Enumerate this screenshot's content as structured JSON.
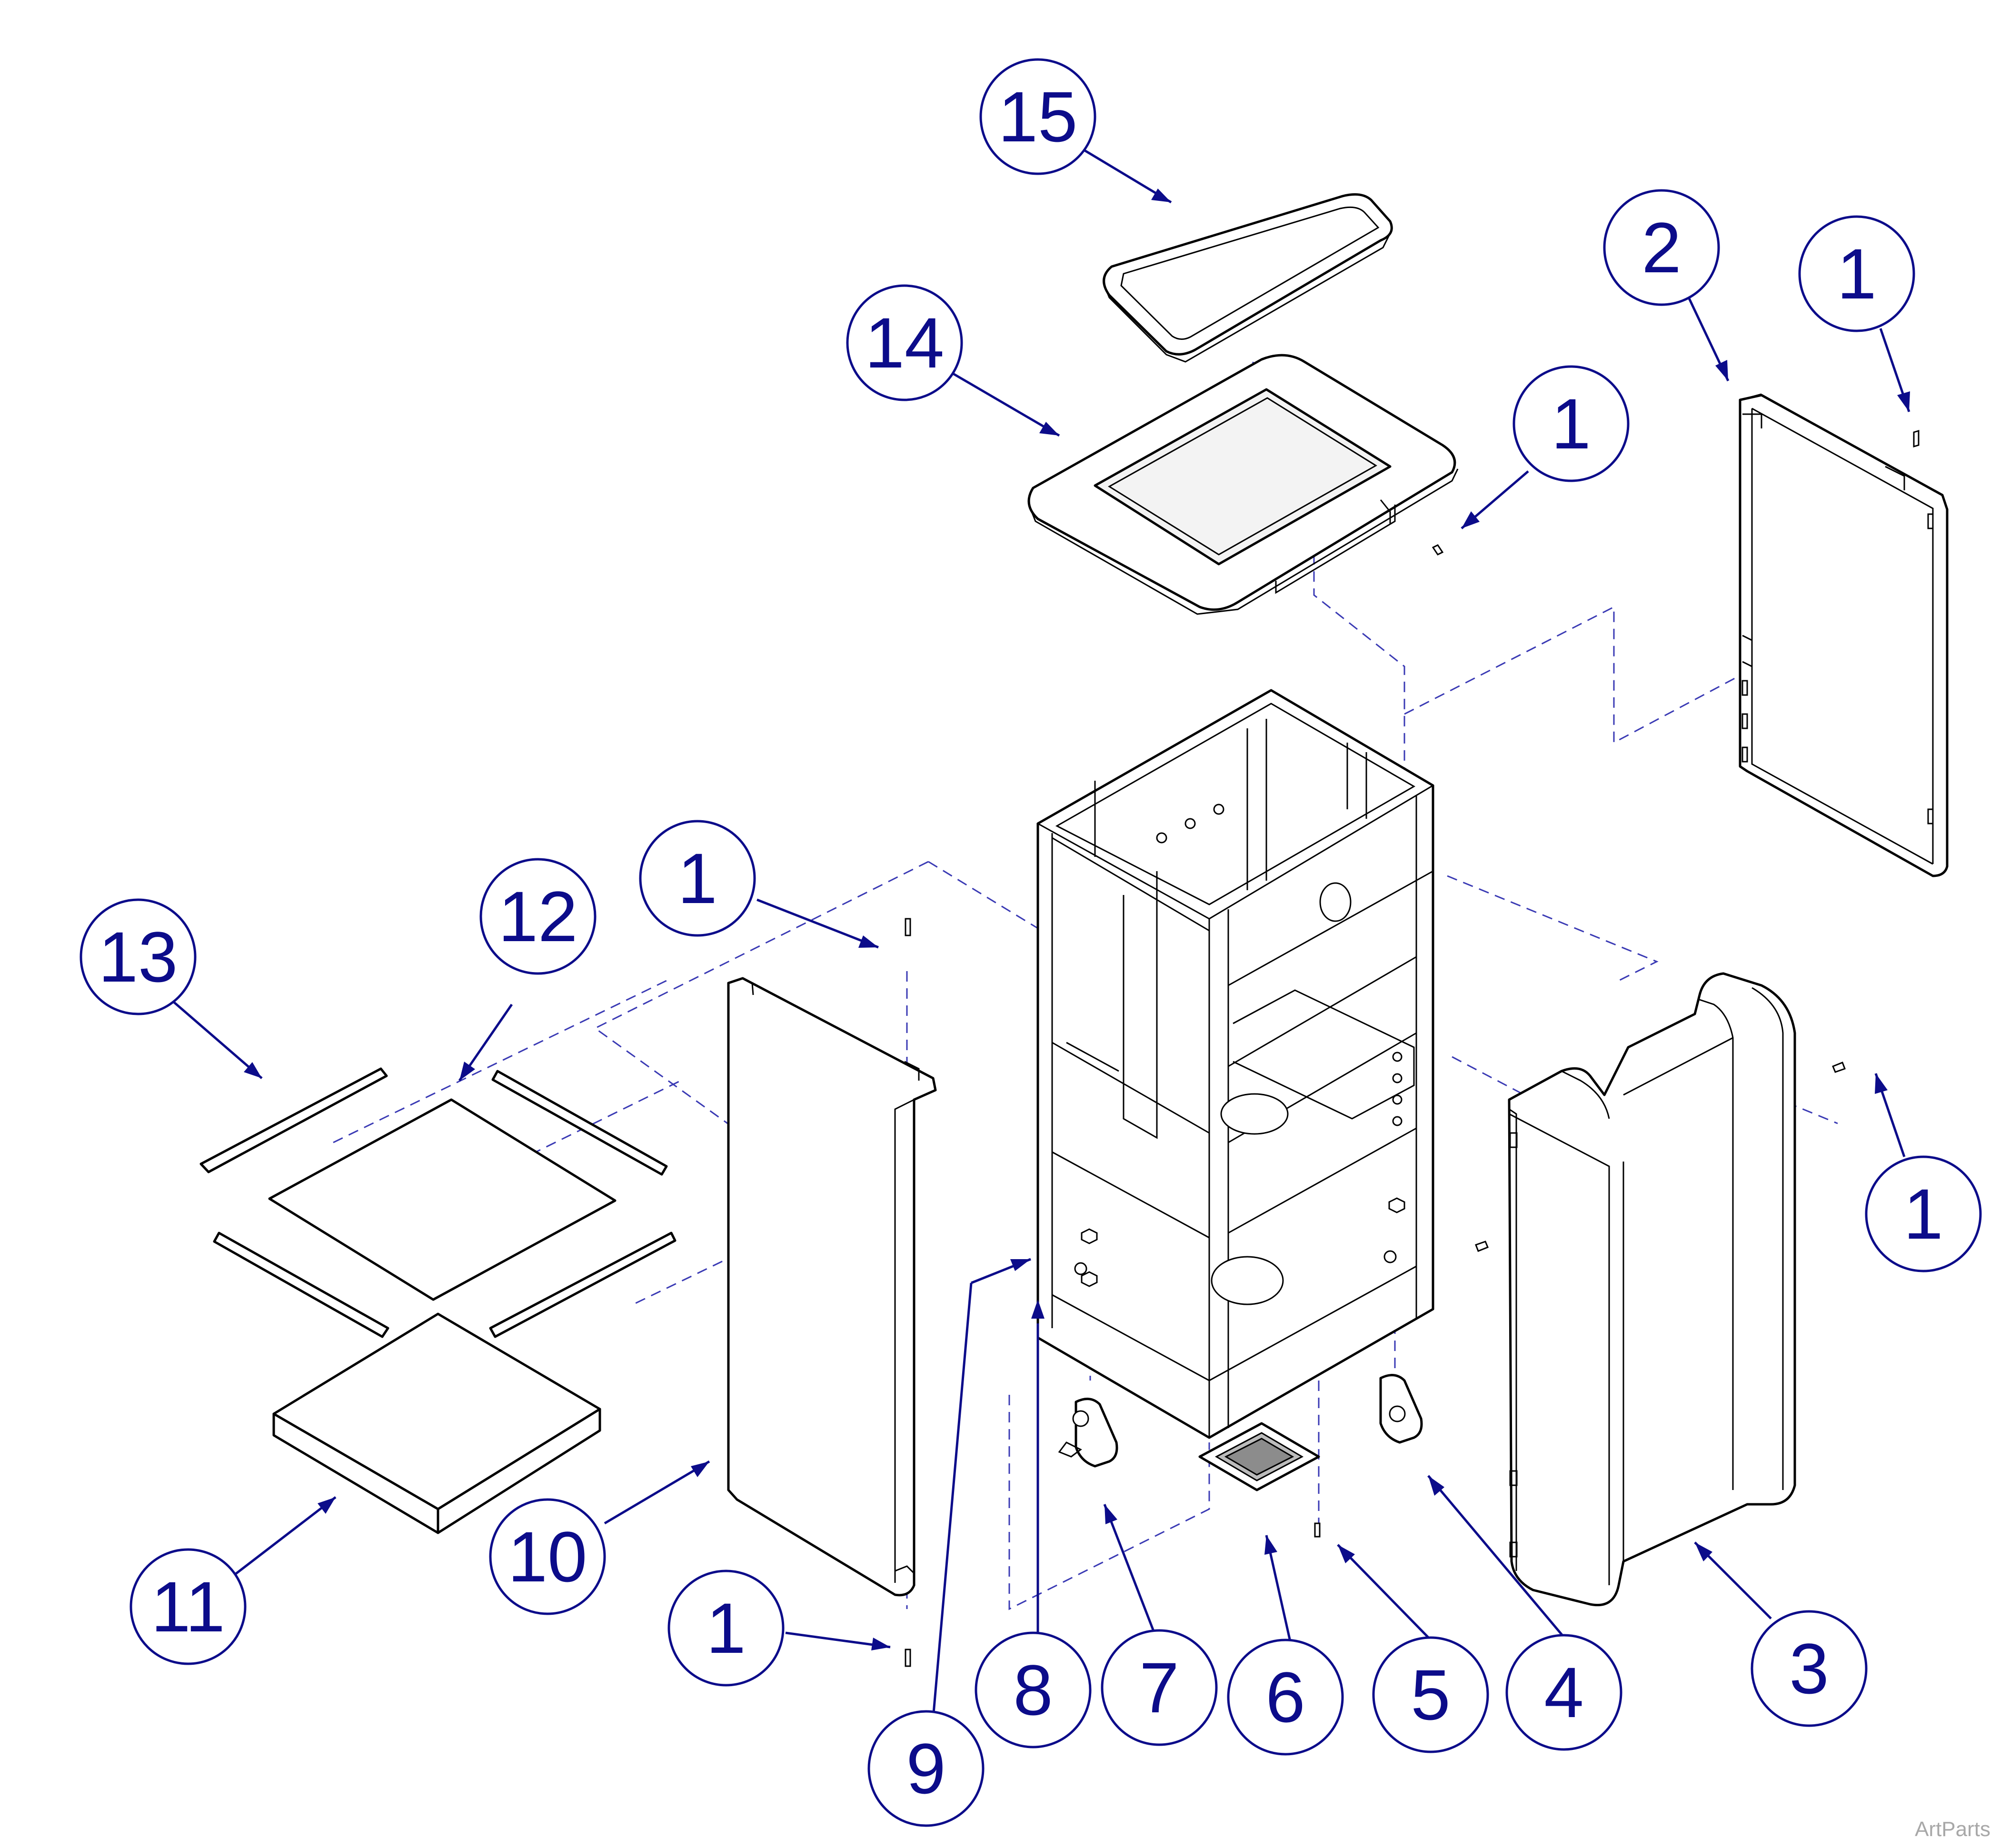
{
  "diagram": {
    "callouts": [
      {
        "id": "c15",
        "label": "15"
      },
      {
        "id": "c14",
        "label": "14"
      },
      {
        "id": "c2",
        "label": "2"
      },
      {
        "id": "c1a",
        "label": "1"
      },
      {
        "id": "c1b",
        "label": "1"
      },
      {
        "id": "c1c",
        "label": "1"
      },
      {
        "id": "c1d",
        "label": "1"
      },
      {
        "id": "c1e",
        "label": "1"
      },
      {
        "id": "c13",
        "label": "13"
      },
      {
        "id": "c12",
        "label": "12"
      },
      {
        "id": "c11",
        "label": "11"
      },
      {
        "id": "c10",
        "label": "10"
      },
      {
        "id": "c9",
        "label": "9"
      },
      {
        "id": "c8",
        "label": "8"
      },
      {
        "id": "c7",
        "label": "7"
      },
      {
        "id": "c6",
        "label": "6"
      },
      {
        "id": "c5",
        "label": "5"
      },
      {
        "id": "c4",
        "label": "4"
      },
      {
        "id": "c3",
        "label": "3"
      }
    ],
    "colors": {
      "callout": "#0c0c8a",
      "dash_line": "#3a3ab4",
      "line_art": "#000000",
      "watermark": "#a8a8a8"
    }
  },
  "watermark": "ArtParts"
}
